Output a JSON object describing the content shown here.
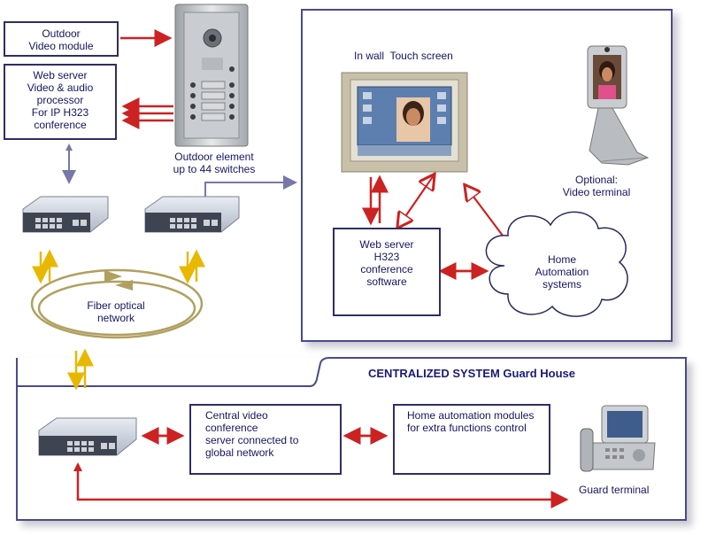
{
  "labels": {
    "outdoor_video_module": [
      "Outdoor",
      "Video module"
    ],
    "web_server_processor": [
      "Web server",
      "Video & audio",
      "processor",
      "For IP H323",
      "conference"
    ],
    "outdoor_element": [
      "Outdoor element",
      "up to 44 switches"
    ],
    "touch_screen": "In wall  Touch screen",
    "video_terminal": [
      "Optional:",
      "Video terminal"
    ],
    "web_server_h323": [
      "Web server",
      "H323",
      "conference",
      "software"
    ],
    "home_automation": [
      "Home",
      "Automation",
      "systems"
    ],
    "fiber_network": [
      "Fiber optical",
      "network"
    ],
    "guard_house_title": "CENTRALIZED SYSTEM Guard House",
    "central_server": [
      "Central video",
      "conference",
      "server connected to",
      "global network"
    ],
    "automation_modules": [
      "Home automation modules",
      "for extra functions control"
    ],
    "guard_terminal": "Guard terminal"
  },
  "colors": {
    "arrow_red": "#cc2222",
    "arrow_yellow": "#e8b800",
    "link_gray": "#7777aa",
    "box_border": "#2e2e66",
    "ring": "#b0a060"
  }
}
